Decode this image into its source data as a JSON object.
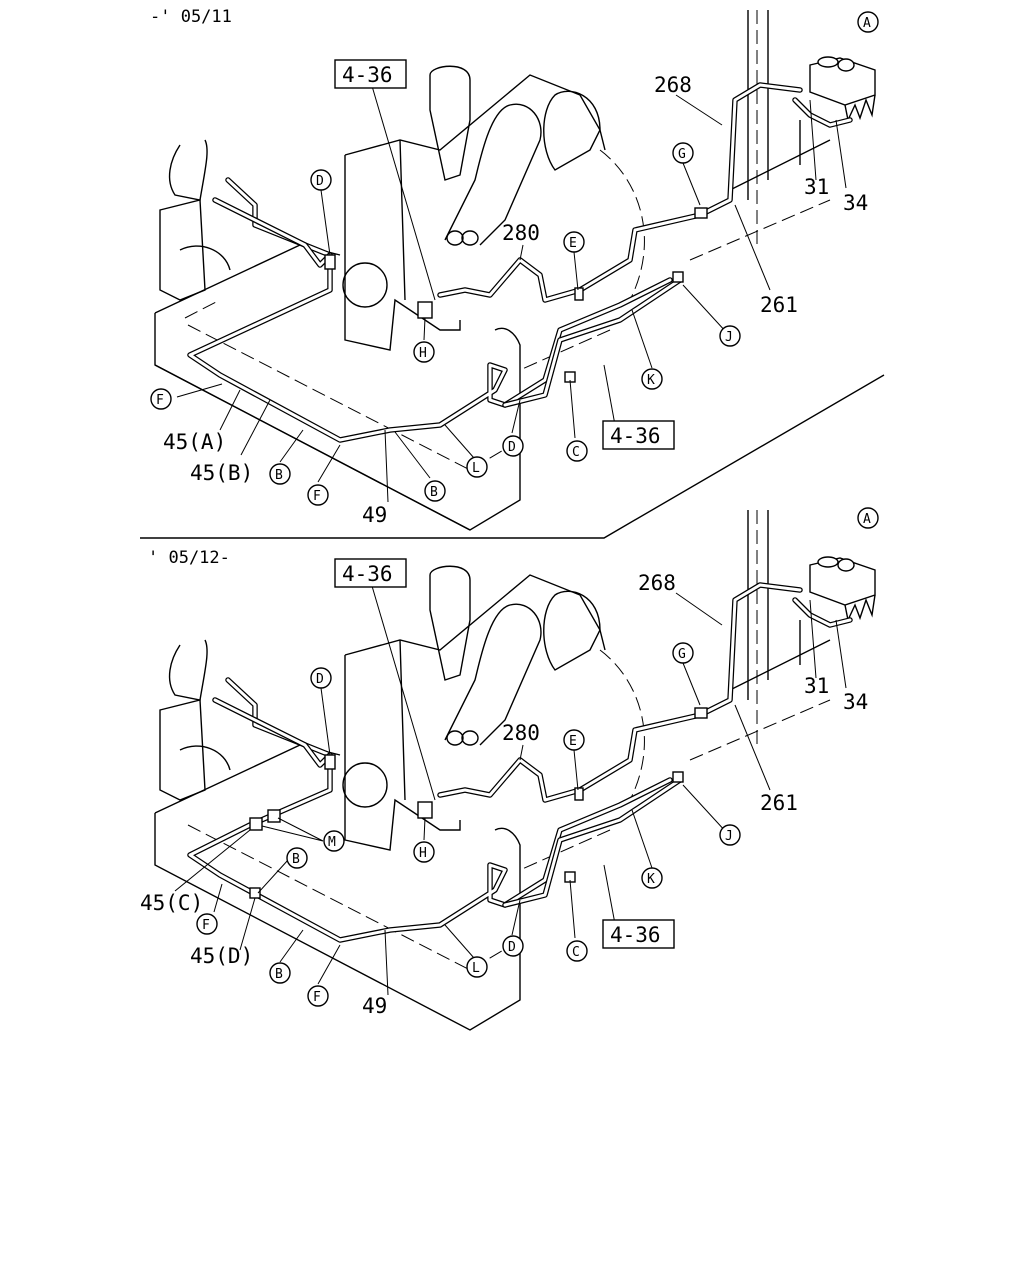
{
  "panels": [
    {
      "period": "-' 05/11",
      "parts": {
        "p268": "268",
        "p31": "31",
        "p34": "34",
        "p261": "261",
        "p280": "280",
        "p45a": "45(A)",
        "p45b": "45(B)",
        "p49": "49"
      },
      "refs": {
        "ref_top": "4-36",
        "ref_bottom": "4-36"
      },
      "callouts": {
        "a": "A",
        "g": "G",
        "d_top": "D",
        "e": "E",
        "h": "H",
        "j": "J",
        "k": "K",
        "f_left": "F",
        "b_mid": "B",
        "b_right": "B",
        "f_bottom": "F",
        "l": "L",
        "d_bottom": "D",
        "c": "C"
      }
    },
    {
      "period": "' 05/12-",
      "parts": {
        "p268": "268",
        "p31": "31",
        "p34": "34",
        "p261": "261",
        "p280": "280",
        "p45c": "45(C)",
        "p45d": "45(D)",
        "p49": "49"
      },
      "refs": {
        "ref_top": "4-36",
        "ref_bottom": "4-36"
      },
      "callouts": {
        "a": "A",
        "g": "G",
        "d_top": "D",
        "e": "E",
        "h": "H",
        "j": "J",
        "k": "K",
        "m": "M",
        "b_upper": "B",
        "f_left": "F",
        "b_lower": "B",
        "f_bottom": "F",
        "l": "L",
        "d_bottom": "D",
        "c": "C"
      }
    }
  ]
}
